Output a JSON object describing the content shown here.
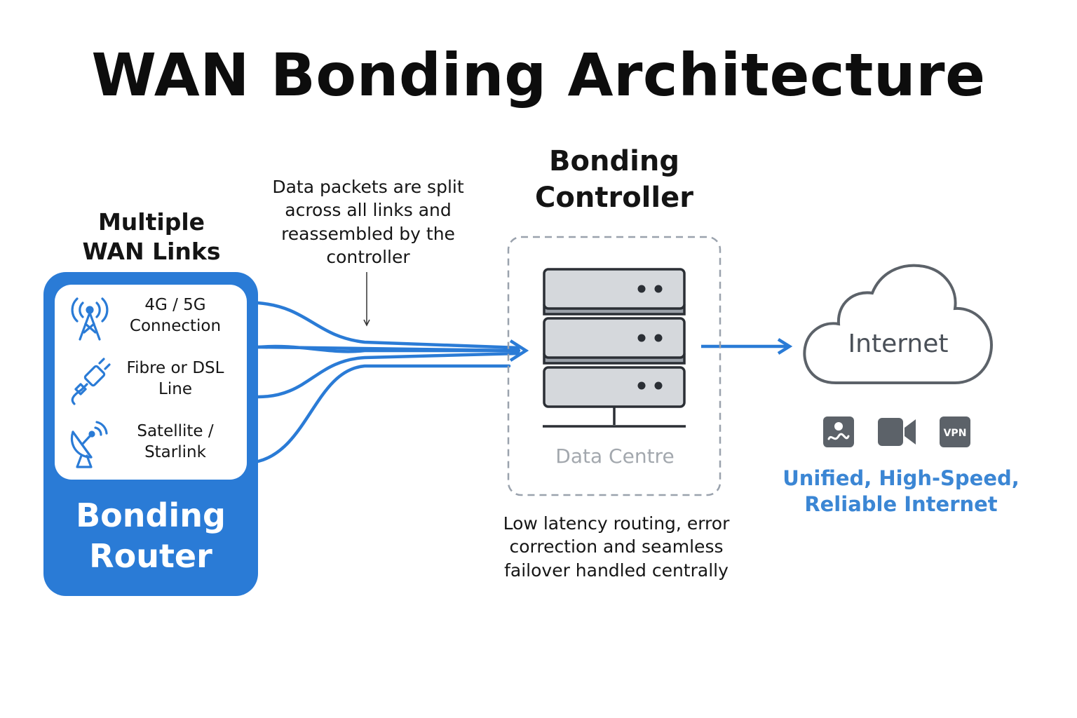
{
  "title": "WAN Bonding Architecture",
  "wan_links": {
    "heading": "Multiple WAN Links",
    "items": [
      {
        "label": "4G / 5G Connection",
        "icon": "cell-tower-icon"
      },
      {
        "label": "Fibre or DSL Line",
        "icon": "cable-plug-icon"
      },
      {
        "label": "Satellite / Starlink",
        "icon": "satellite-dish-icon"
      }
    ]
  },
  "router": {
    "label": "Bonding Router"
  },
  "split_note": "Data packets are split across all links and reassembled by the controller",
  "controller": {
    "heading": "Bonding Controller",
    "location_label": "Data Centre",
    "note": "Low latency routing, error correction and seamless failover handled centrally"
  },
  "internet": {
    "label": "Internet",
    "apps": [
      {
        "icon": "video-call-icon"
      },
      {
        "icon": "video-camera-icon"
      },
      {
        "icon": "vpn-icon",
        "label": "VPN"
      }
    ],
    "tagline": "Unified, High-Speed, Reliable Internet"
  },
  "colors": {
    "accent": "#2a7bd6",
    "link_line": "#2a7bd6",
    "server": "#d5d8dc",
    "outline": "#2b2f35",
    "dashed_border": "#9aa2ad",
    "tagline": "#3b86d4"
  }
}
